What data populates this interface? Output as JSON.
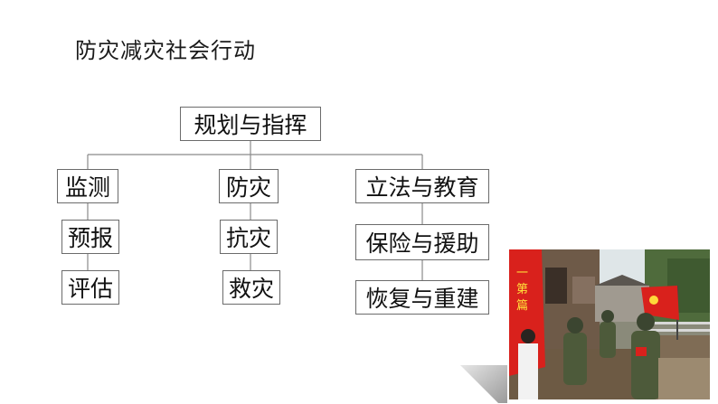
{
  "title": "防灾减灾社会行动",
  "root": {
    "label": "规划与指挥"
  },
  "columns": [
    {
      "items": [
        "监测",
        "预报",
        "评估"
      ]
    },
    {
      "items": [
        "防灾",
        "抗灾",
        "救灾"
      ]
    },
    {
      "items": [
        "立法与教育",
        "保险与援助",
        "恢复与重建"
      ]
    }
  ],
  "photo": {
    "description_icon": "rescue-scene-photo",
    "banner_text": "一第篇"
  },
  "colors": {
    "border": "#6b6b6b",
    "line": "#8a8a8a",
    "text": "#111111",
    "flag_red": "#d9211c"
  }
}
